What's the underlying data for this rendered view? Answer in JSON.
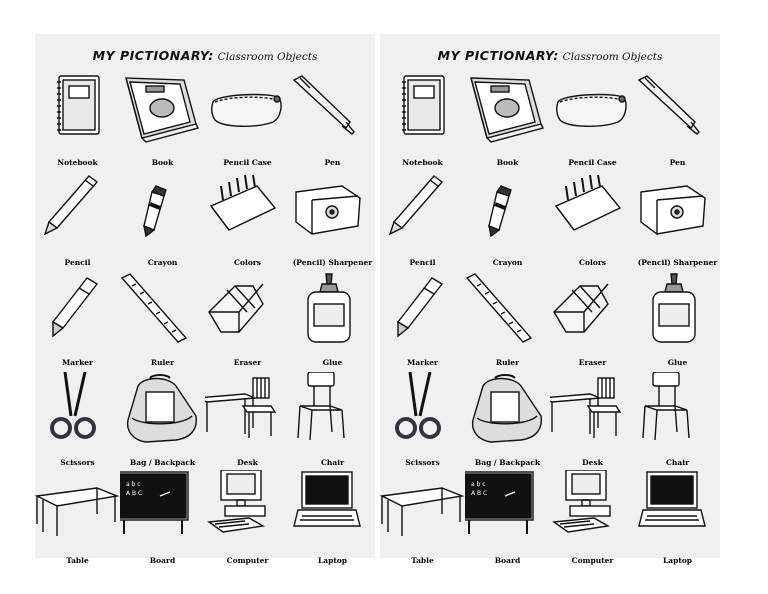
{
  "worksheet": {
    "title_main": "MY PICTIONARY:",
    "title_sub": "Classroom Objects",
    "items": [
      {
        "label": "Notebook",
        "icon": "notebook-icon"
      },
      {
        "label": "Book",
        "icon": "book-icon"
      },
      {
        "label": "Pencil Case",
        "icon": "pencil-case-icon"
      },
      {
        "label": "Pen",
        "icon": "pen-icon"
      },
      {
        "label": "Pencil",
        "icon": "pencil-icon"
      },
      {
        "label": "Crayon",
        "icon": "crayon-icon"
      },
      {
        "label": "Colors",
        "icon": "colors-icon"
      },
      {
        "label": "(Pencil) Sharpener",
        "icon": "sharpener-icon"
      },
      {
        "label": "Marker",
        "icon": "marker-icon"
      },
      {
        "label": "Ruler",
        "icon": "ruler-icon"
      },
      {
        "label": "Eraser",
        "icon": "eraser-icon"
      },
      {
        "label": "Glue",
        "icon": "glue-icon"
      },
      {
        "label": "Scissors",
        "icon": "scissors-icon"
      },
      {
        "label": "Bag / Backpack",
        "icon": "backpack-icon"
      },
      {
        "label": "Desk",
        "icon": "desk-icon"
      },
      {
        "label": "Chair",
        "icon": "chair-icon"
      },
      {
        "label": "Table",
        "icon": "table-icon"
      },
      {
        "label": "Board",
        "icon": "board-icon"
      },
      {
        "label": "Computer",
        "icon": "computer-icon"
      },
      {
        "label": "Laptop",
        "icon": "laptop-icon"
      }
    ],
    "board_text": [
      "a b c",
      "A B C"
    ]
  }
}
